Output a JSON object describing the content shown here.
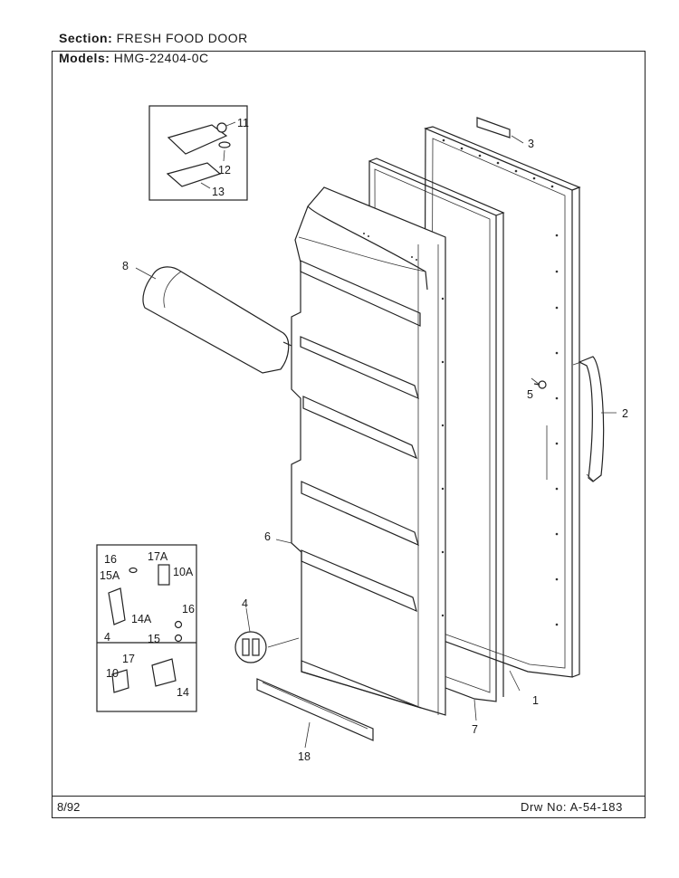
{
  "header": {
    "section_label": "Section:",
    "section_value": "FRESH FOOD DOOR",
    "models_label": "Models:",
    "models_value": "HMG-22404-0C"
  },
  "footer": {
    "date": "8/92",
    "drawing_no": "Drw No: A-54-183"
  },
  "callouts": {
    "c1": "1",
    "c2": "2",
    "c3": "3",
    "c4": "4",
    "c5": "5",
    "c6": "6",
    "c7": "7",
    "c8": "8",
    "c11": "11",
    "c12": "12",
    "c13": "13",
    "c18": "18",
    "c16a": "16",
    "c17a": "17A",
    "c15a": "15A",
    "c10a": "10A",
    "c14a": "14A",
    "c4b": "4",
    "c16b": "16",
    "c15": "15",
    "c17": "17",
    "c10": "10",
    "c14": "14"
  }
}
